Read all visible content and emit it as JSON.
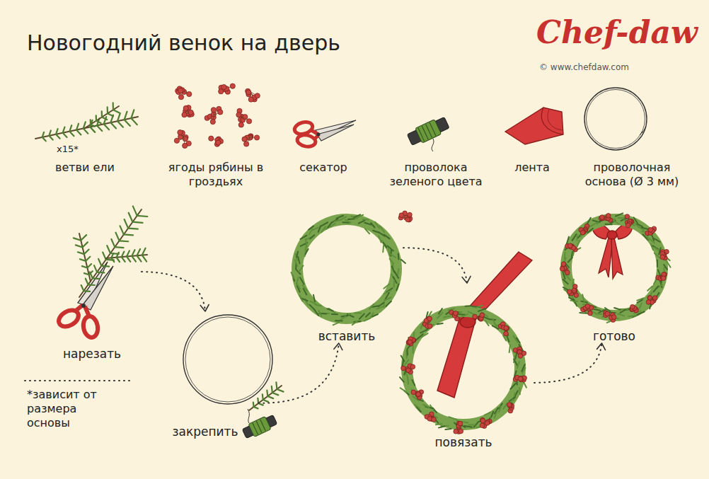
{
  "diagram": {
    "title": "Новогодний венок на дверь",
    "nodes": [
      {
        "text": [
          "нарезать"
        ]
      },
      {
        "text": [
          "закрепить"
        ]
      },
      {
        "text": [
          "вставить"
        ]
      },
      {
        "text": [
          "повязать"
        ]
      },
      {
        "text": [
          "готово"
        ]
      }
    ],
    "edges": [
      {
        "from": 0,
        "to": 1,
        "arrow": "to"
      },
      {
        "from": 1,
        "to": 2,
        "arrow": "to"
      },
      {
        "from": 2,
        "to": 3,
        "arrow": "to"
      },
      {
        "from": 3,
        "to": 4,
        "arrow": "to"
      }
    ],
    "labels": [
      "Chef-daw",
      "© www.chefdaw.com",
      "x15*",
      "ветви ели",
      "ягоды рябины в гроздьях",
      "секатор",
      "проволока зеленого цвета",
      "лента",
      "проволочная основа (Ø 3 мм)",
      "*зависит от размера основы"
    ]
  }
}
